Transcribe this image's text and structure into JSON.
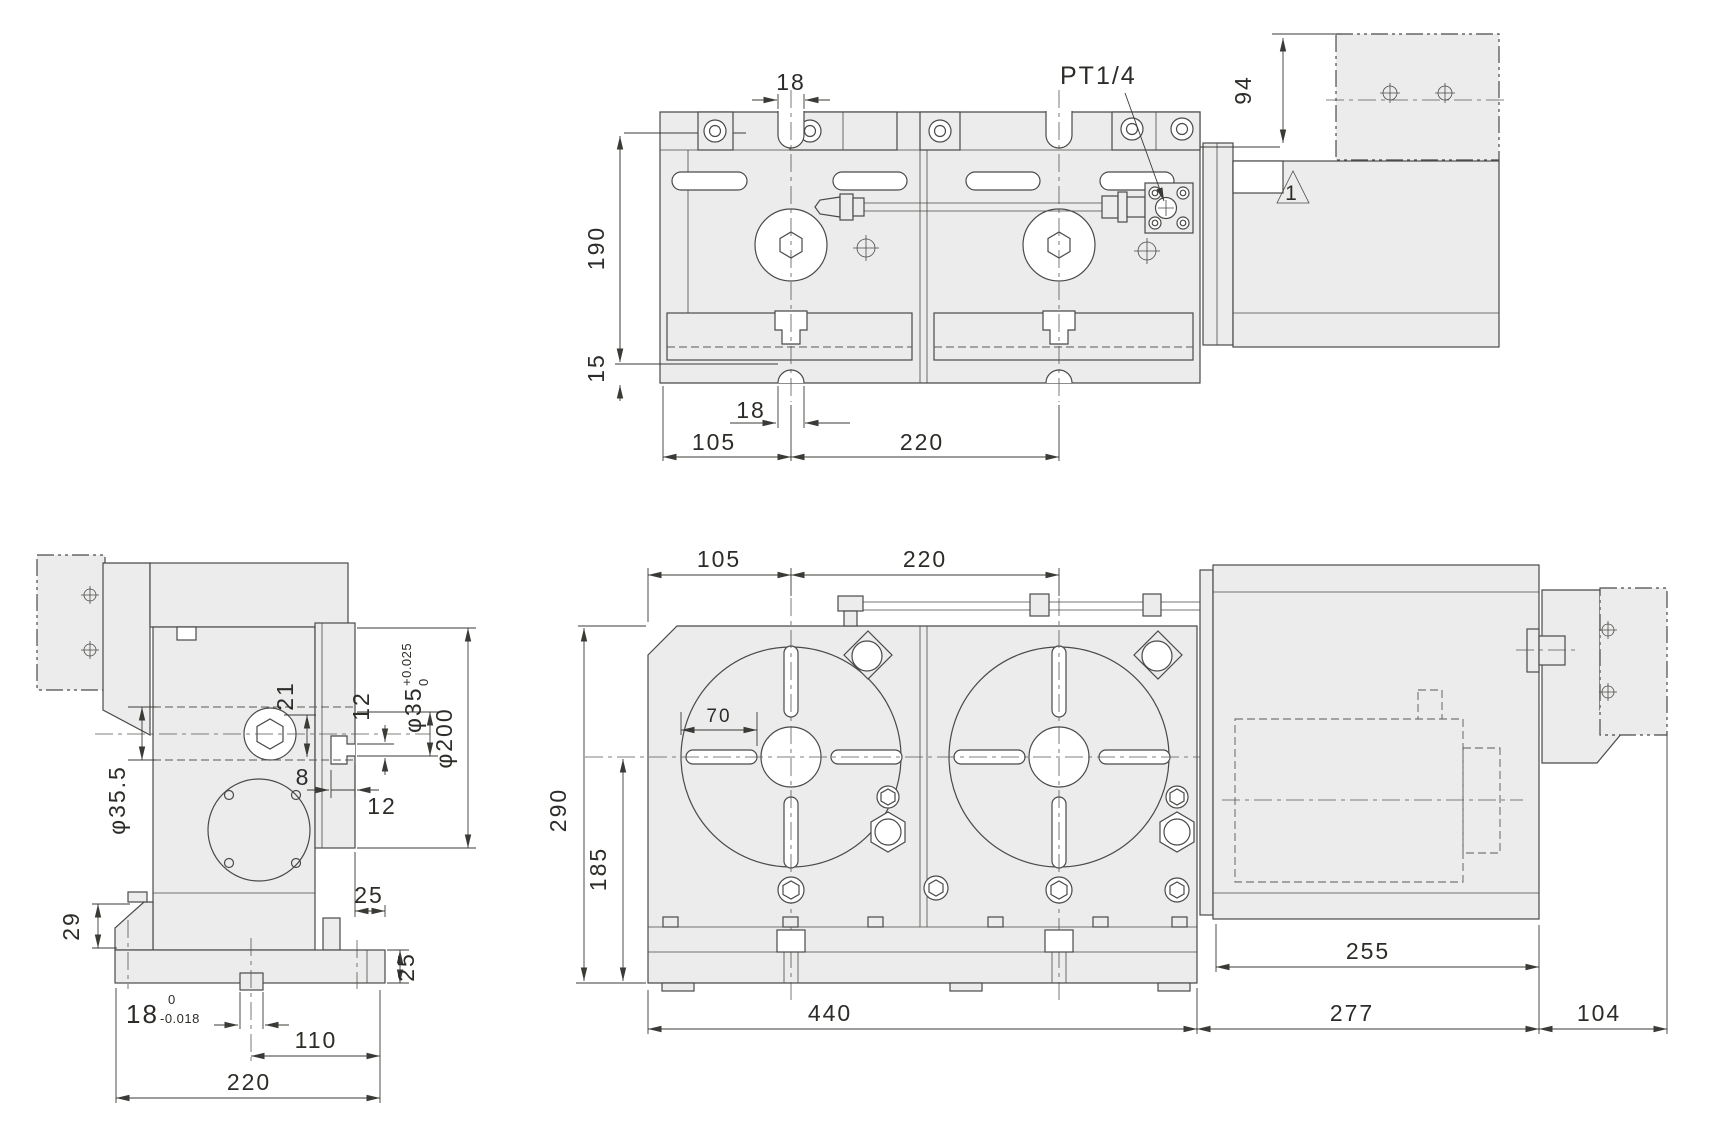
{
  "drawing_title": "dual-spindle rotary table dimensional drawing",
  "colors": {
    "paper": "#ffffff",
    "metal_fill": "#ececec",
    "line": "#4a4a48",
    "dim_text": "#2e2c28"
  },
  "top_view": {
    "slot_width_top": "18",
    "air_port_label": "PT1/4",
    "height_94": "94",
    "height_190": "190",
    "height_15": "15",
    "slot_width_bottom": "18",
    "dist_105": "105",
    "dist_220": "220",
    "revision_flag": "1"
  },
  "side_view": {
    "dim_21": "21",
    "dim_12_slot": "12",
    "bore_dia": "φ35",
    "bore_tol_upper": "+0.025",
    "bore_tol_lower": "0",
    "face_dia": "φ200",
    "shaft_dia": "φ35.5",
    "dim_8": "8",
    "dim_12_depth": "12",
    "dim_25_face": "25",
    "dim_29": "29",
    "dim_25_base": "25",
    "tenon_width": "18",
    "tenon_tol_upper": "0",
    "tenon_tol_lower": "-0.018",
    "dist_110": "110",
    "dist_220": "220"
  },
  "front_view": {
    "dist_105": "105",
    "dist_220": "220",
    "dim_70": "70",
    "height_290": "290",
    "height_185": "185",
    "width_440": "440",
    "width_255": "255",
    "width_277": "277",
    "width_104": "104"
  }
}
